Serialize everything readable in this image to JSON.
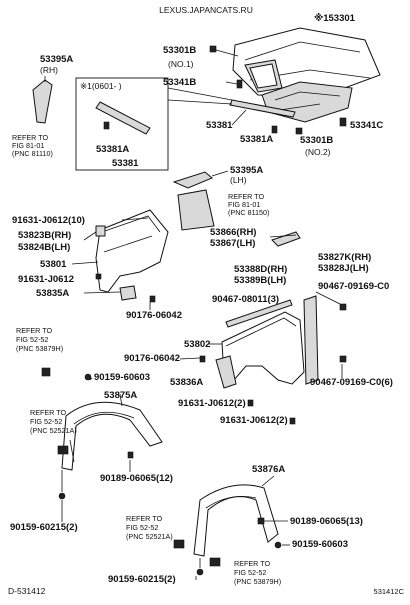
{
  "header": {
    "site": "LEXUS.JAPANCATS.RU"
  },
  "footer": {
    "left_code": "D-531412",
    "right_code": "531412C"
  },
  "inset": {
    "label": "※1(0601-      )"
  },
  "labels": {
    "p153301": "※153301",
    "p53301b_a": "53301B",
    "no1": "(NO.1)",
    "p53341b": "53341B",
    "p53395a_top": "53395A",
    "rh_top": "(RH)",
    "ref81110_a": "REFER TO",
    "ref81110_b": "FIG 81-01",
    "ref81110_c": "(PNC 81110)",
    "p53381a_in": "53381A",
    "p53381_in": "53381",
    "p53381": "53381",
    "p53381a": "53381A",
    "p53301b_b": "53301B",
    "no2": "(NO.2)",
    "p53341c": "53341C",
    "p53395a_lh": "53395A",
    "lh_1": "(LH)",
    "ref81150_a": "REFER TO",
    "ref81150_b": "FIG 81-01",
    "ref81150_c": "(PNC 81150)",
    "p91631_10": "91631-J0612(10)",
    "p53823b": "53823B(RH)",
    "p53824b": "53824B(LH)",
    "p53866": "53866(RH)",
    "p53867": "53867(LH)",
    "p53801": "53801",
    "p53827k": "53827K(RH)",
    "p53828j": "53828J(LH)",
    "p91631": "91631-J0612",
    "p53388d": "53388D(RH)",
    "p53389b": "53389B(LH)",
    "p90467_3": "90467-08011(3)",
    "p90467_169c0a": "90467-09169-C0",
    "p53835a": "53835A",
    "p90176_a": "90176-06042",
    "ref52_52_a1": "REFER TO",
    "ref52_52_a2": "FIG 52-52",
    "ref52_52_a3": "(PNC 53879H)",
    "p53802": "53802",
    "p90176_b": "90176-06042",
    "p90159_a": "90159-60603",
    "p53836a": "53836A",
    "p90467_169c0b": "90467-09169-C0(6)",
    "p53875a": "53875A",
    "ref52_52_b1": "REFER TO",
    "ref52_52_b2": "FIG 52-52",
    "ref52_52_b3": "(PNC 52521A)",
    "p91631_2": "91631-J0612(2)",
    "p90189_12": "90189-06065(12)",
    "p90159_2a": "90159-60215(2)",
    "p53876a": "53876A",
    "ref52_52_c1": "REFER TO",
    "ref52_52_c2": "FIG 52-52",
    "ref52_52_c3": "(PNC 52521A)",
    "p90189_13": "90189-06065(13)",
    "p90159_b": "90159-60603",
    "p90159_2b": "90159-60215(2)",
    "ref52_52_d1": "REFER TO",
    "ref52_52_d2": "FIG 52-52",
    "ref52_52_d3": "(PNC 53879H)"
  }
}
